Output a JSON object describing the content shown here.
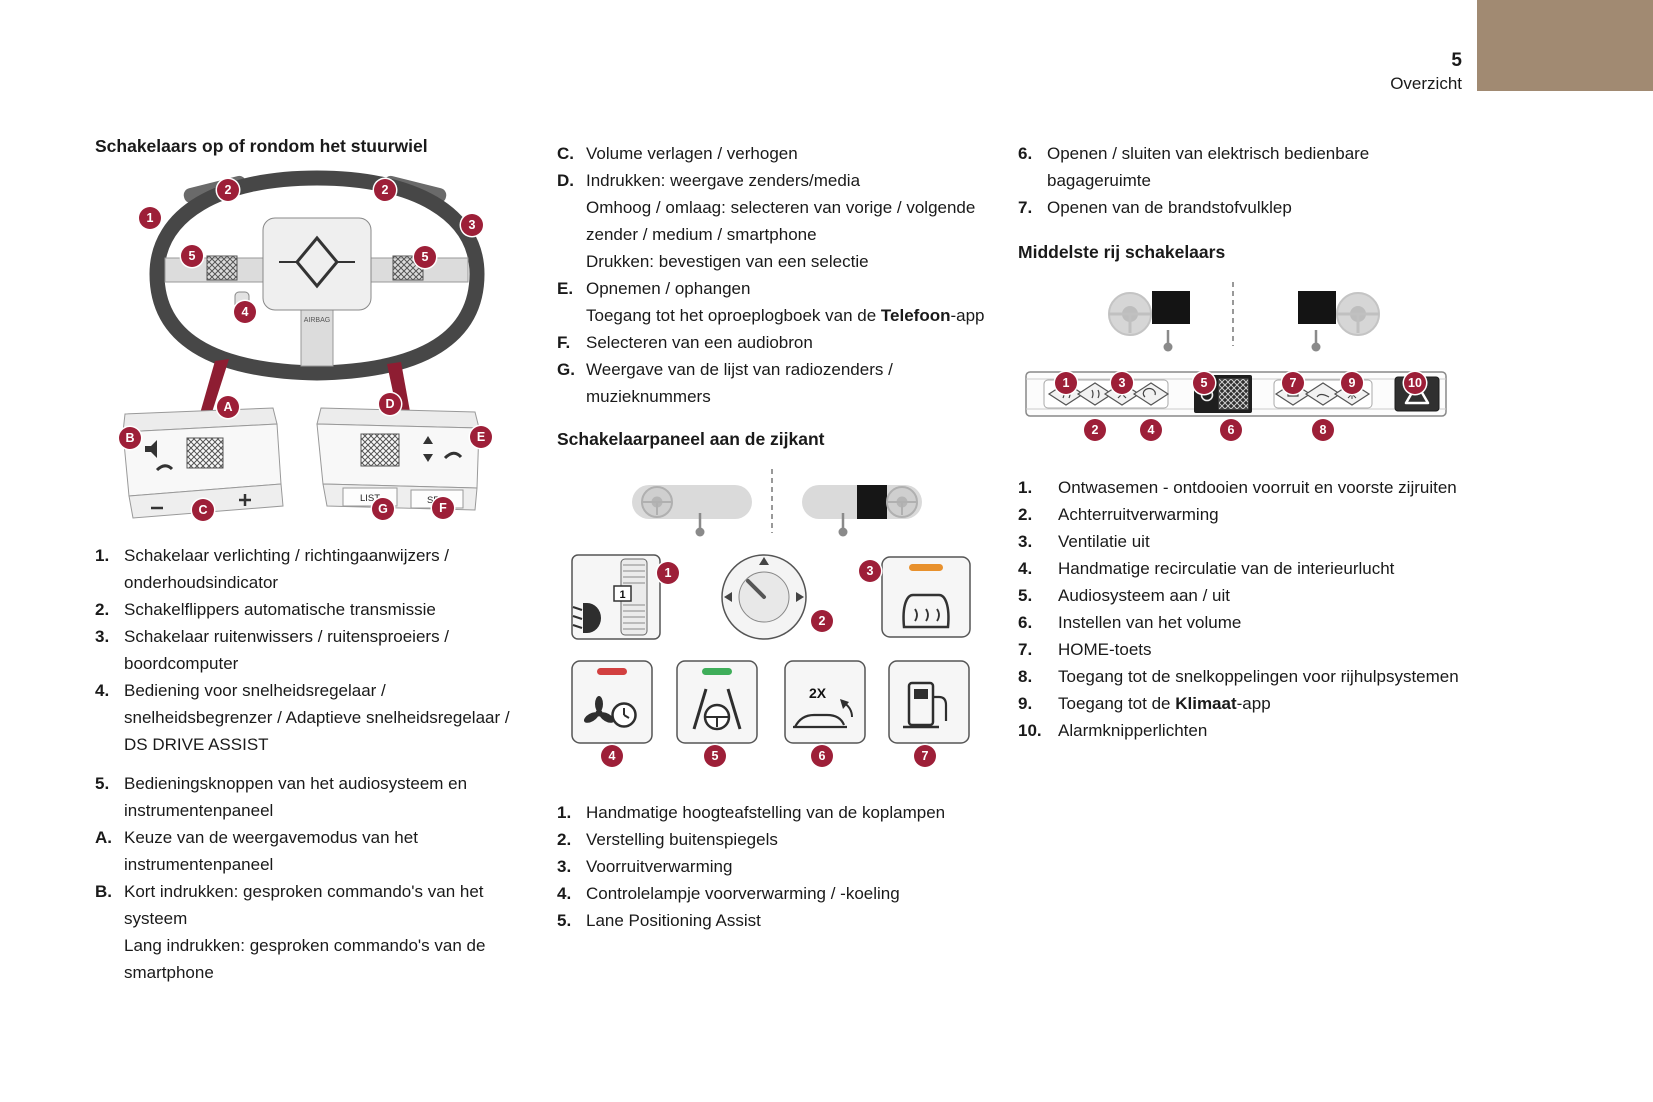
{
  "page": {
    "number": "5",
    "section": "Overzicht"
  },
  "col1": {
    "heading": "Schakelaars op of rondom het stuurwiel",
    "items": [
      {
        "label": "1.",
        "text": "Schakelaar verlichting / richtingaanwijzers / onderhoudsindicator"
      },
      {
        "label": "2.",
        "text": "Schakelflippers automatische transmissie"
      },
      {
        "label": "3.",
        "text": "Schakelaar ruitenwissers / ruitensproeiers / boordcomputer"
      },
      {
        "label": "4.",
        "text": "Bediening voor snelheidsregelaar / snelheidsbegrenzer / Adaptieve snelheidsregelaar / DS DRIVE ASSIST"
      },
      {
        "label": "5.",
        "text": "Bedieningsknoppen van het audiosysteem en instrumentenpaneel",
        "gap": true
      },
      {
        "label": "A.",
        "text": "Keuze van de weergavemodus van het instrumentenpaneel"
      },
      {
        "label": "B.",
        "text": "Kort indrukken: gesproken commando's van het systeem\nLang indrukken: gesproken commando's van de smartphone"
      }
    ]
  },
  "col2": {
    "items_top": [
      {
        "label": "C.",
        "text": "Volume verlagen / verhogen"
      },
      {
        "label": "D.",
        "text": "Indrukken: weergave zenders/media\nOmhoog / omlaag: selecteren van vorige / volgende zender / medium / smartphone\nDrukken: bevestigen van een selectie"
      },
      {
        "label": "E.",
        "text": "Opnemen / ophangen\nToegang tot het oproeplogboek van de **Telefoon**-app"
      },
      {
        "label": "F.",
        "text": "Selecteren van een audiobron"
      },
      {
        "label": "G.",
        "text": "Weergave van de lijst van radiozenders / muzieknummers"
      }
    ],
    "heading": "Schakelaarpaneel aan de zijkant",
    "items_bottom": [
      {
        "label": "1.",
        "text": "Handmatige hoogteafstelling van de koplampen"
      },
      {
        "label": "2.",
        "text": "Verstelling buitenspiegels"
      },
      {
        "label": "3.",
        "text": "Voorruitverwarming"
      },
      {
        "label": "4.",
        "text": "Controlelampje voorverwarming / -koeling"
      },
      {
        "label": "5.",
        "text": "Lane Positioning Assist"
      }
    ]
  },
  "col3": {
    "items_top": [
      {
        "label": "6.",
        "text": "Openen / sluiten van elektrisch bedienbare bagageruimte"
      },
      {
        "label": "7.",
        "text": "Openen van de brandstofvulklep"
      }
    ],
    "heading": "Middelste rij schakelaars",
    "items_bottom": [
      {
        "label": "1.",
        "text": "Ontwasemen - ontdooien voorruit en voorste zijruiten"
      },
      {
        "label": "2.",
        "text": "Achterruitverwarming"
      },
      {
        "label": "3.",
        "text": "Ventilatie uit"
      },
      {
        "label": "4.",
        "text": "Handmatige recirculatie van de interieurlucht"
      },
      {
        "label": "5.",
        "text": "Audiosysteem aan / uit"
      },
      {
        "label": "6.",
        "text": "Instellen van het volume"
      },
      {
        "label": "7.",
        "text": "HOME-toets"
      },
      {
        "label": "8.",
        "text": "Toegang tot de snelkoppelingen voor rijhulpsystemen"
      },
      {
        "label": "9.",
        "text": "Toegang tot de **Klimaat**-app"
      },
      {
        "label": "10.",
        "text": "Alarmknipperlichten"
      }
    ]
  },
  "figs": {
    "wheel": {
      "b1": "1",
      "b2a": "2",
      "b2b": "2",
      "b3": "3",
      "b4": "4",
      "b5a": "5",
      "b5b": "5",
      "ba": "A",
      "bb": "B",
      "bc": "C",
      "bd": "D",
      "be": "E",
      "bf": "F",
      "bg": "G",
      "list": "LIST",
      "src": "SRC",
      "airbag": "AIRBAG"
    },
    "side": {
      "n1": "1",
      "n2": "2",
      "n3": "3",
      "n4": "4",
      "n5": "5",
      "n6": "6",
      "n7": "7",
      "dial": "1",
      "twox": "2X"
    },
    "middle": {
      "n1": "1",
      "n2": "2",
      "n3": "3",
      "n4": "4",
      "n5": "5",
      "n6": "6",
      "n7": "7",
      "n8": "8",
      "n9": "9",
      "n10": "10"
    }
  },
  "colors": {
    "badge": "#9d1f38",
    "corner": "#a18a72",
    "indicator_orange": "#e8912d",
    "indicator_red": "#d24040",
    "indicator_green": "#3fae5a"
  }
}
